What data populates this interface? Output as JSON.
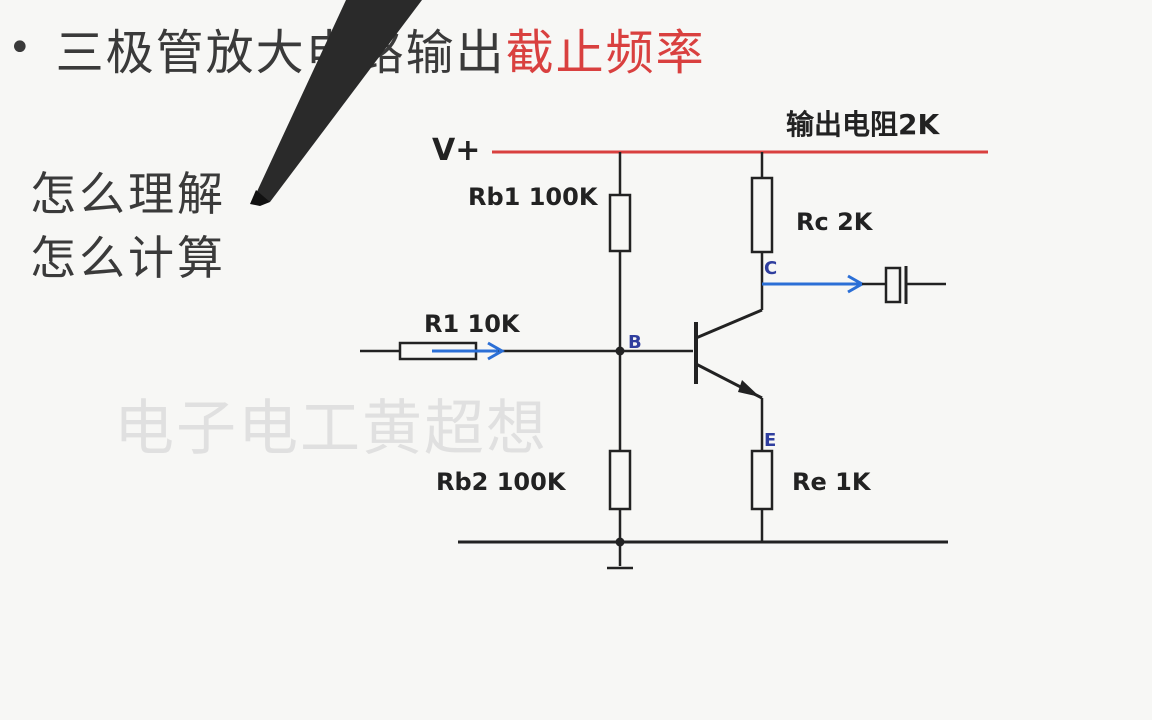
{
  "title": {
    "bullet": "•",
    "main": "三极管放大电路输出",
    "accent": "截止频率"
  },
  "questions": [
    "怎么理解",
    "怎么计算"
  ],
  "watermark": "电子电工黄超想",
  "circuit": {
    "supply": "V+",
    "output_resistance": "输出电阻2K",
    "rb1": "Rb1  100K",
    "rc": "Rc  2K",
    "r1": "R1 10K",
    "rb2": "Rb2  100K",
    "re": "Re  1K",
    "node_b": "B",
    "node_c": "C",
    "node_e": "E"
  },
  "colors": {
    "supply_line": "#d9403f",
    "signal_arrow": "#2b6fd6",
    "node_label": "#2f3e9e",
    "accent_text": "#d9403f"
  }
}
